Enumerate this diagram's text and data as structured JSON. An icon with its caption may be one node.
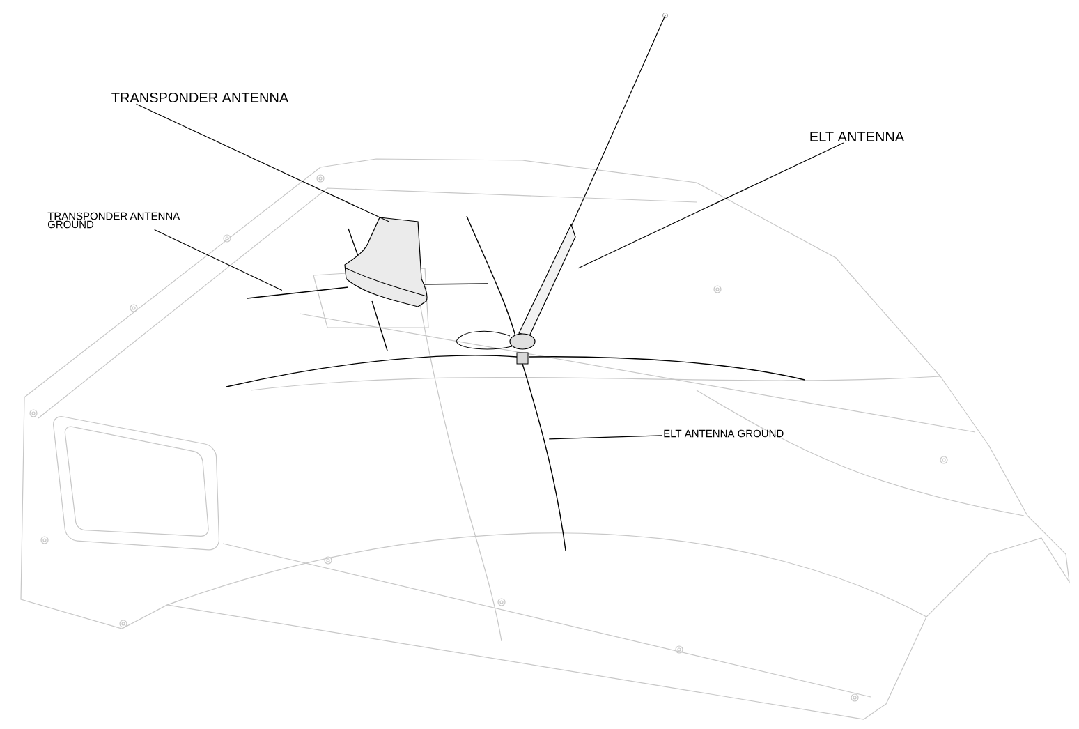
{
  "diagram": {
    "nodes": [
      {
        "text": [
          "TRANSPONDER ANTENNA"
        ]
      },
      {
        "text": [],
        "shape": "picture"
      },
      {
        "text": [
          "TRANSPONDER ANTENNA GROUND"
        ]
      },
      {
        "text": [],
        "shape": "picture"
      },
      {
        "text": [
          "ELT ANTENNA"
        ]
      },
      {
        "text": [],
        "shape": "picture"
      },
      {
        "text": [
          "ELT ANTENNA GROUND"
        ]
      },
      {
        "text": [],
        "shape": "picture"
      }
    ],
    "edges": [
      {
        "from": 0,
        "to": 1,
        "arrow": "none"
      },
      {
        "from": 2,
        "to": 3,
        "arrow": "none"
      },
      {
        "from": 4,
        "to": 5,
        "arrow": "none"
      },
      {
        "from": 6,
        "to": 7,
        "arrow": "none"
      }
    ]
  }
}
